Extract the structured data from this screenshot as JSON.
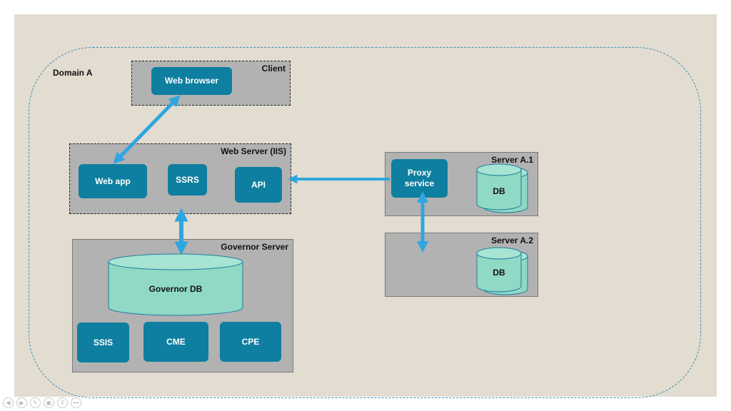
{
  "domain": {
    "label": "Domain A"
  },
  "client": {
    "title": "Client",
    "web_browser": "Web browser"
  },
  "web_server": {
    "title": "Web Server (IIS)",
    "web_app": "Web app",
    "ssrs": "SSRS",
    "api": "API"
  },
  "governor_server": {
    "title": "Governor Server",
    "db": "Governor DB",
    "ssis": "SSIS",
    "cme": "CME",
    "cpe": "CPE"
  },
  "server_a1": {
    "title": "Server A.1",
    "proxy": "Proxy service",
    "db": "DB"
  },
  "server_a2": {
    "title": "Server A.2",
    "db": "DB"
  },
  "colors": {
    "accent": "#0e7fa0",
    "arrow": "#2ea6e0",
    "db_fill": "#8fd9c5",
    "box": "#b2b2b2",
    "background": "#e2dcd1"
  },
  "toolbar": {
    "icons": [
      "prev-icon",
      "next-icon",
      "pen-icon",
      "slides-icon",
      "zoom-icon",
      "more-icon"
    ],
    "more_label": "•••"
  }
}
